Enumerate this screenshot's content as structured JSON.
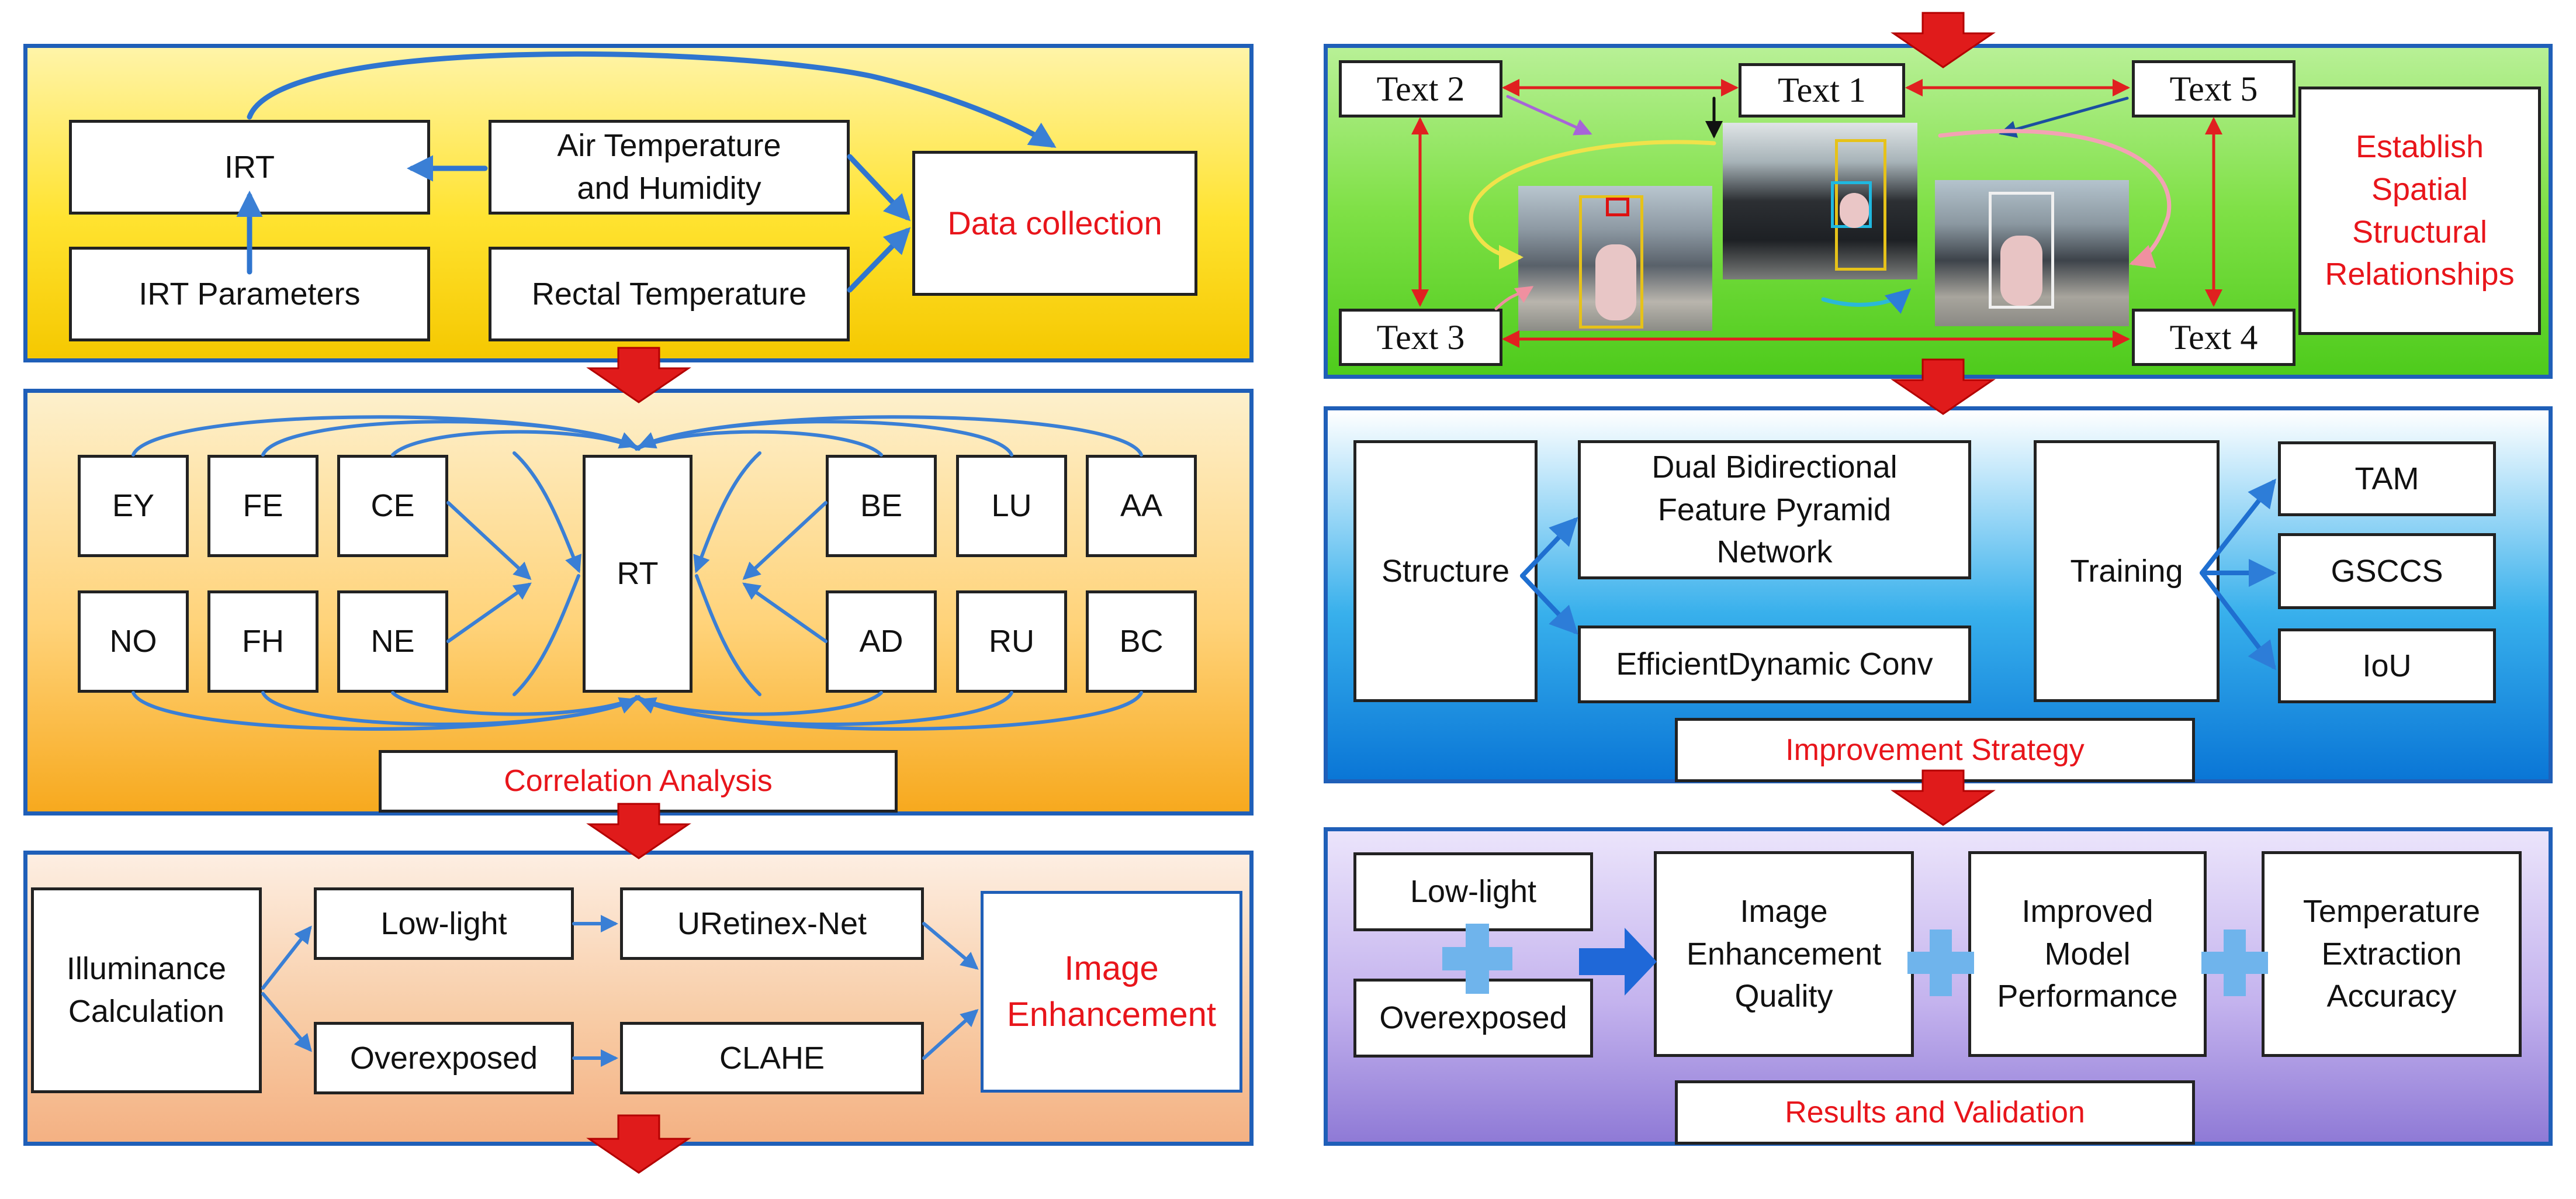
{
  "data_collection": {
    "irt": "IRT",
    "air": "Air Temperature\nand Humidity",
    "irt_params": "IRT Parameters",
    "rectal": "Rectal Temperature",
    "title": "Data collection"
  },
  "correlation": {
    "left_top": [
      "EY",
      "FE",
      "CE"
    ],
    "left_bottom": [
      "NO",
      "FH",
      "NE"
    ],
    "center": "RT",
    "right_top": [
      "BE",
      "LU",
      "AA"
    ],
    "right_bottom": [
      "AD",
      "RU",
      "BC"
    ],
    "title": "Correlation Analysis"
  },
  "enhancement": {
    "illuminance": "Illuminance\nCalculation",
    "lowlight": "Low-light",
    "overexposed": "Overexposed",
    "uretinex": "URetinex-Net",
    "clahe": "CLAHE",
    "title": "Image\nEnhancement"
  },
  "spatial": {
    "text1": "Text 1",
    "text2": "Text 2",
    "text3": "Text 3",
    "text4": "Text 4",
    "text5": "Text 5",
    "title": "Establish\nSpatial\nStructural\nRelationships"
  },
  "improvement": {
    "structure": "Structure",
    "bifpn": "Dual Bidirectional\nFeature Pyramid\nNetwork",
    "edc": "EfficientDynamic Conv",
    "training": "Training",
    "tam": "TAM",
    "gsccs": "GSCCS",
    "iou": "IoU",
    "title": "Improvement Strategy"
  },
  "results": {
    "lowlight": "Low-light",
    "overexposed": "Overexposed",
    "quality": "Image\nEnhancement\nQuality",
    "performance": "Improved\nModel\nPerformance",
    "accuracy": "Temperature\nExtraction\nAccuracy",
    "title": "Results and Validation"
  }
}
